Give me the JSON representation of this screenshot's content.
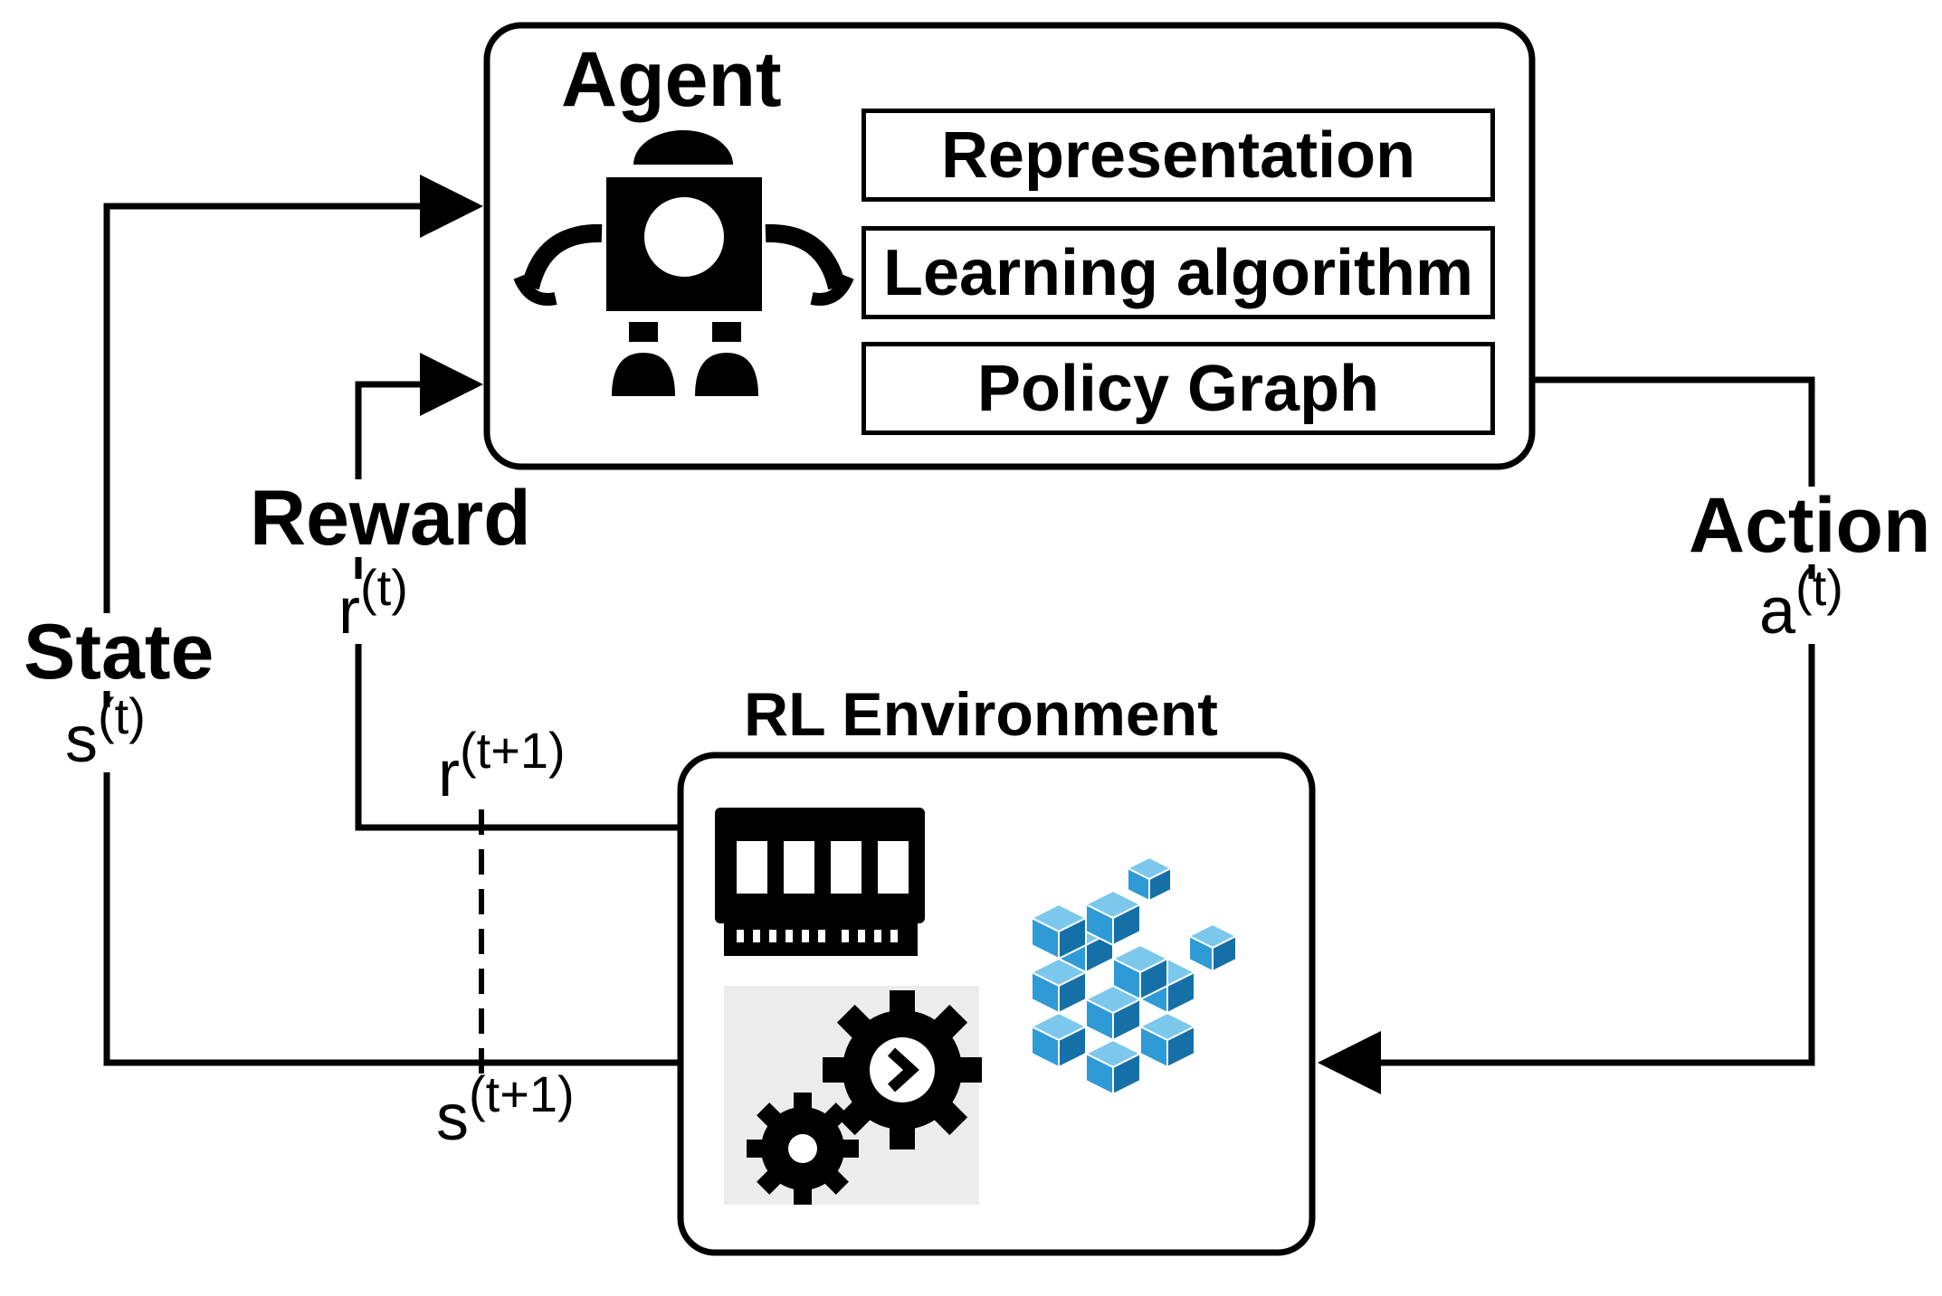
{
  "agent": {
    "title": "Agent",
    "components": [
      "Representation",
      "Learning algorithm",
      "Policy Graph"
    ]
  },
  "environment": {
    "title": "RL Environment"
  },
  "signals": {
    "state": {
      "label": "State",
      "symbol": "s",
      "superscript": "(t)"
    },
    "reward": {
      "label": "Reward",
      "symbol": "r",
      "superscript": "(t)"
    },
    "action": {
      "label": "Action",
      "symbol": "a",
      "superscript": "(t)"
    },
    "next_reward": {
      "symbol": "r",
      "superscript": "(t+1)"
    },
    "next_state": {
      "symbol": "s",
      "superscript": "(t+1)"
    }
  },
  "icons": [
    "robot-icon",
    "memory-chip-icon",
    "gears-icon",
    "cubes-icon"
  ],
  "colors": {
    "stroke": "#000000",
    "cube_light": "#7cc8ec",
    "cube_mid": "#2f9bd6",
    "cube_dark": "#1670a8"
  }
}
